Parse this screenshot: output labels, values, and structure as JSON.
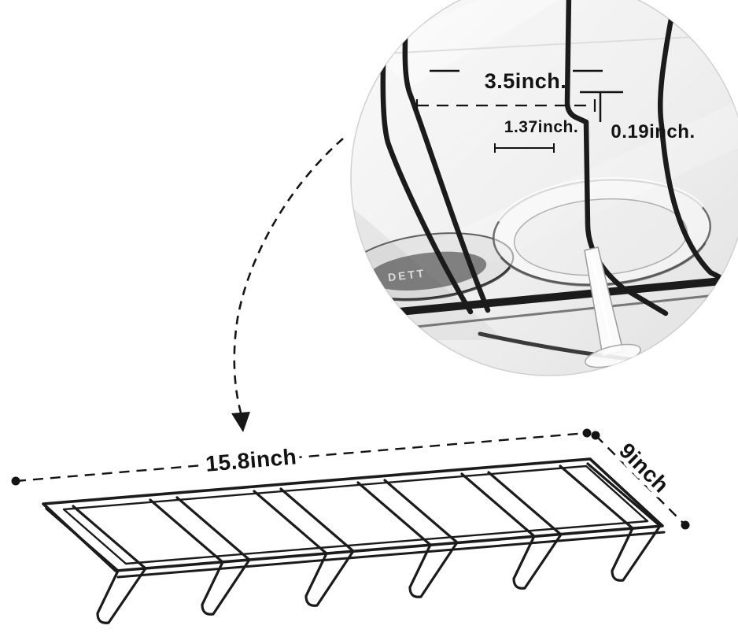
{
  "inset": {
    "dim_channel_width": "3.5inch.",
    "dim_slot_width": "1.37inch.",
    "dim_wire_gap": "0.19inch.",
    "glass_marking": "DETT"
  },
  "rack": {
    "dim_length": "15.8inch",
    "dim_depth": "9inch"
  },
  "colors": {
    "background": "#ffffff",
    "wire": "#1b1b1b",
    "annotation_text": "#131313",
    "inset_edge": "#d0d0d0"
  }
}
